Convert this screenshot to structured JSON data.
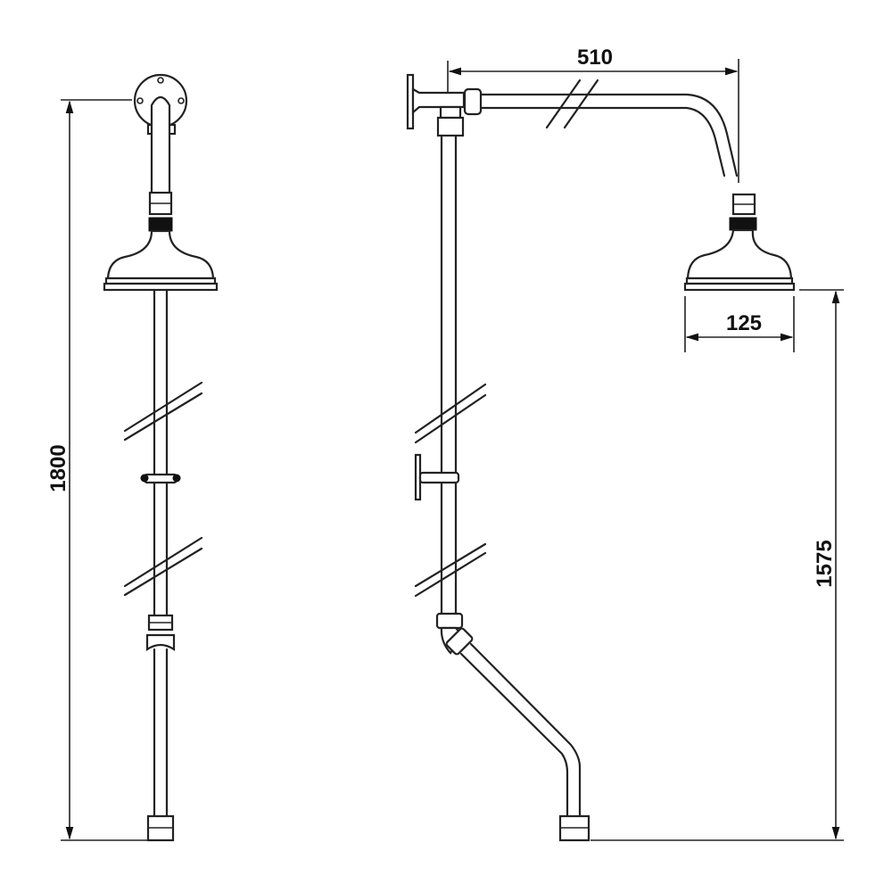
{
  "dimensions": {
    "overall_height": "1800",
    "arm_projection": "510",
    "head_diameter": "125",
    "head_height_from_floor": "1575"
  },
  "colors": {
    "line": "#222222",
    "background": "#ffffff"
  }
}
